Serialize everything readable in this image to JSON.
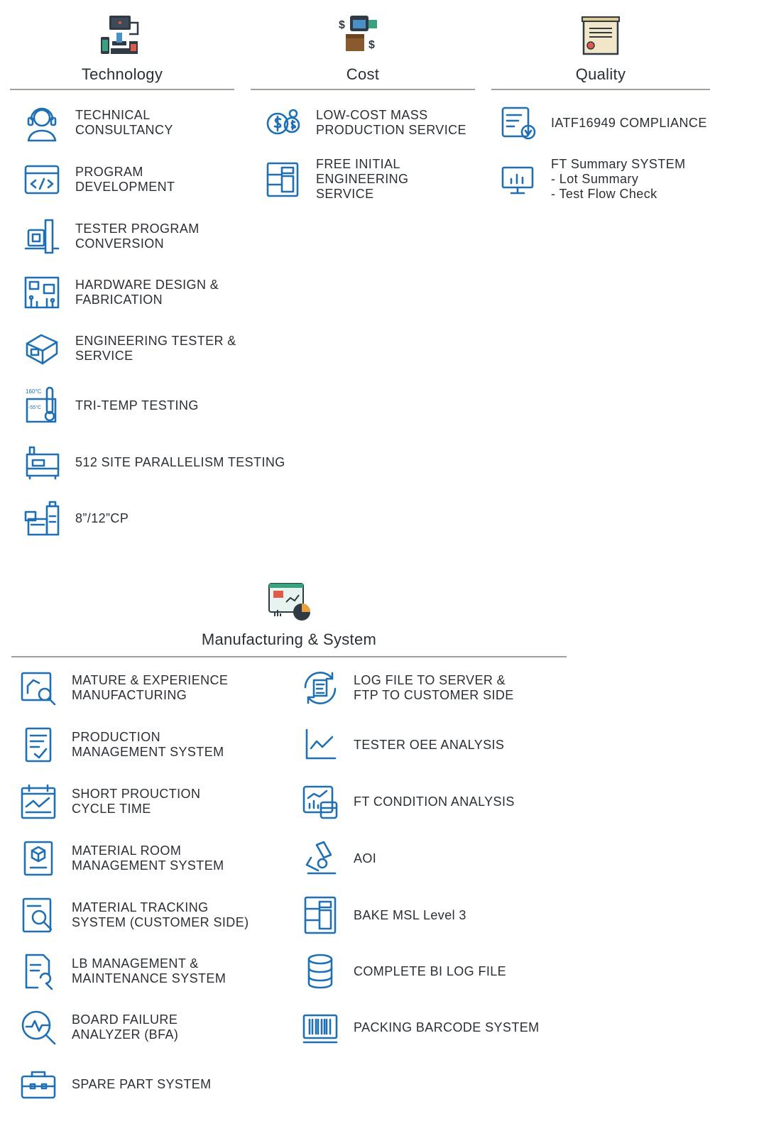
{
  "sections": {
    "technology": {
      "title": "Technology",
      "items": [
        "TECHNICAL\nCONSULTANCY",
        "PROGRAM\nDEVELOPMENT",
        "TESTER PROGRAM\nCONVERSION",
        "HARDWARE DESIGN &\nFABRICATION",
        "ENGINEERING TESTER &\nSERVICE",
        "TRI-TEMP TESTING",
        "512 SITE PARALLELISM TESTING",
        "8”/12”CP"
      ],
      "icons": [
        "headset-user-icon",
        "code-window-icon",
        "tester-conversion-icon",
        "circuit-board-icon",
        "tester-box-icon",
        "thermometer-icon",
        "parallel-tester-icon",
        "probe-station-icon"
      ],
      "tri_temp_labels": [
        "160°C",
        "-55°C"
      ]
    },
    "cost": {
      "title": "Cost",
      "items": [
        "LOW-COST MASS\nPRODUCTION SERVICE",
        "FREE INITIAL\nENGINEERING\nSERVICE"
      ],
      "icons": [
        "coins-icon",
        "equipment-cabinet-icon"
      ],
      "header_symbols": [
        "$",
        "$"
      ]
    },
    "quality": {
      "title": "Quality",
      "items": [
        "IATF16949 COMPLIANCE",
        "FT Summary SYSTEM\n- Lot Summary\n- Test Flow Check"
      ],
      "icons": [
        "verified-document-icon",
        "monitor-chart-icon"
      ]
    },
    "manufacturing": {
      "title": "Manufacturing & System",
      "left_items": [
        "MATURE & EXPERIENCE\nMANUFACTURING",
        "PRODUCTION\nMANAGEMENT SYSTEM",
        "SHORT PROUCTION\nCYCLE TIME",
        "MATERIAL ROOM\nMANAGEMENT SYSTEM",
        "MATERIAL TRACKING\nSYSTEM (CUSTOMER SIDE)",
        "LB MANAGEMENT &\nMAINTENANCE SYSTEM",
        "BOARD FAILURE\nANALYZER (BFA)",
        "SPARE PART SYSTEM"
      ],
      "left_icons": [
        "robot-arm-search-icon",
        "checklist-icon",
        "calendar-chart-icon",
        "box-document-icon",
        "document-search-icon",
        "document-wrench-icon",
        "heartbeat-search-icon",
        "toolbox-icon"
      ],
      "right_items": [
        "LOG FILE TO SERVER &\nFTP TO CUSTOMER SIDE",
        "TESTER OEE ANALYSIS",
        "FT CONDITION ANALYSIS",
        "AOI",
        "BAKE MSL Level 3",
        "COMPLETE BI LOG FILE",
        "PACKING BARCODE SYSTEM"
      ],
      "right_icons": [
        "sync-document-icon",
        "line-chart-icon",
        "chart-database-icon",
        "microscope-icon",
        "oven-cabinet-icon",
        "database-icon",
        "barcode-icon"
      ]
    }
  },
  "colors": {
    "icon_blue": "#1e6fb3",
    "rule_gray": "#a39e98",
    "text": "#2a2f36"
  }
}
